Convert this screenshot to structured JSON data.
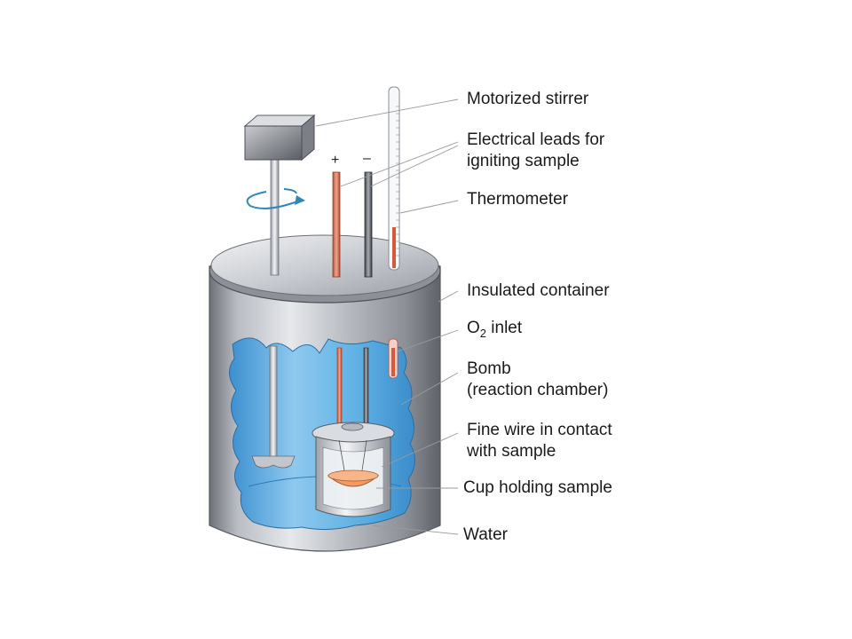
{
  "labels": {
    "motorized_stirrer": "Motorized stirrer",
    "electrical_leads_line1": "Electrical leads for",
    "electrical_leads_line2": "igniting sample",
    "thermometer": "Thermometer",
    "insulated_container": "Insulated container",
    "o2_inlet_o": "O",
    "o2_inlet_sub": "2",
    "o2_inlet_rest": " inlet",
    "bomb_line1": "Bomb",
    "bomb_line2": "(reaction chamber)",
    "fine_wire_line1": "Fine wire in contact",
    "fine_wire_line2": "with sample",
    "cup_holding_sample": "Cup holding sample",
    "water": "Water"
  },
  "signs": {
    "plus": "+",
    "minus": "–"
  },
  "colors": {
    "water": "#4fa6dc",
    "water_light": "#8cc8ee",
    "metal": "#a9acb3",
    "metal_dark": "#6f727a",
    "copper": "#d46a4a",
    "sample": "#f39a62",
    "arrow": "#2f86b8"
  }
}
